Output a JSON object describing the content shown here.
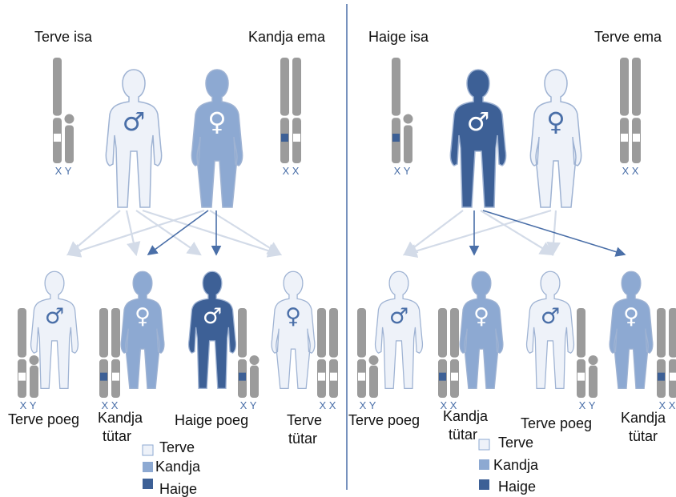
{
  "colors": {
    "healthy": "#eef2f9",
    "carrier": "#8da9d2",
    "affected": "#3d6096",
    "outline": "#9fb3d3",
    "chromosome": "#9b9b9b",
    "arrow_light": "#d3dbe8",
    "arrow_dark": "#4a6fa8"
  },
  "symbols": {
    "male": "♂",
    "female": "♀"
  },
  "chromosome_labels": {
    "xy": "X Y",
    "xx": "X X"
  },
  "left": {
    "father": {
      "label": "Terve isa",
      "status": "healthy"
    },
    "mother": {
      "label": "Kandja ema",
      "status": "carrier"
    },
    "children": [
      {
        "label": "Terve poeg",
        "status": "healthy"
      },
      {
        "label_line1": "Kandja",
        "label_line2": "tütar",
        "status": "carrier"
      },
      {
        "label": "Haige poeg",
        "status": "affected"
      },
      {
        "label_line1": "Terve",
        "label_line2": "tütar",
        "status": "healthy"
      }
    ],
    "legend": [
      "Terve",
      "Kandja",
      "Haige"
    ]
  },
  "right": {
    "father": {
      "label": "Haige isa",
      "status": "affected"
    },
    "mother": {
      "label": "Terve ema",
      "status": "healthy"
    },
    "children": [
      {
        "label": "Terve poeg",
        "status": "healthy"
      },
      {
        "label_line1": "Kandja",
        "label_line2": "tütar",
        "status": "carrier"
      },
      {
        "label": "Terve poeg",
        "status": "healthy"
      },
      {
        "label_line1": "Kandja",
        "label_line2": "tütar",
        "status": "carrier"
      }
    ],
    "legend": [
      "Terve",
      "Kandja",
      "Haige"
    ]
  }
}
